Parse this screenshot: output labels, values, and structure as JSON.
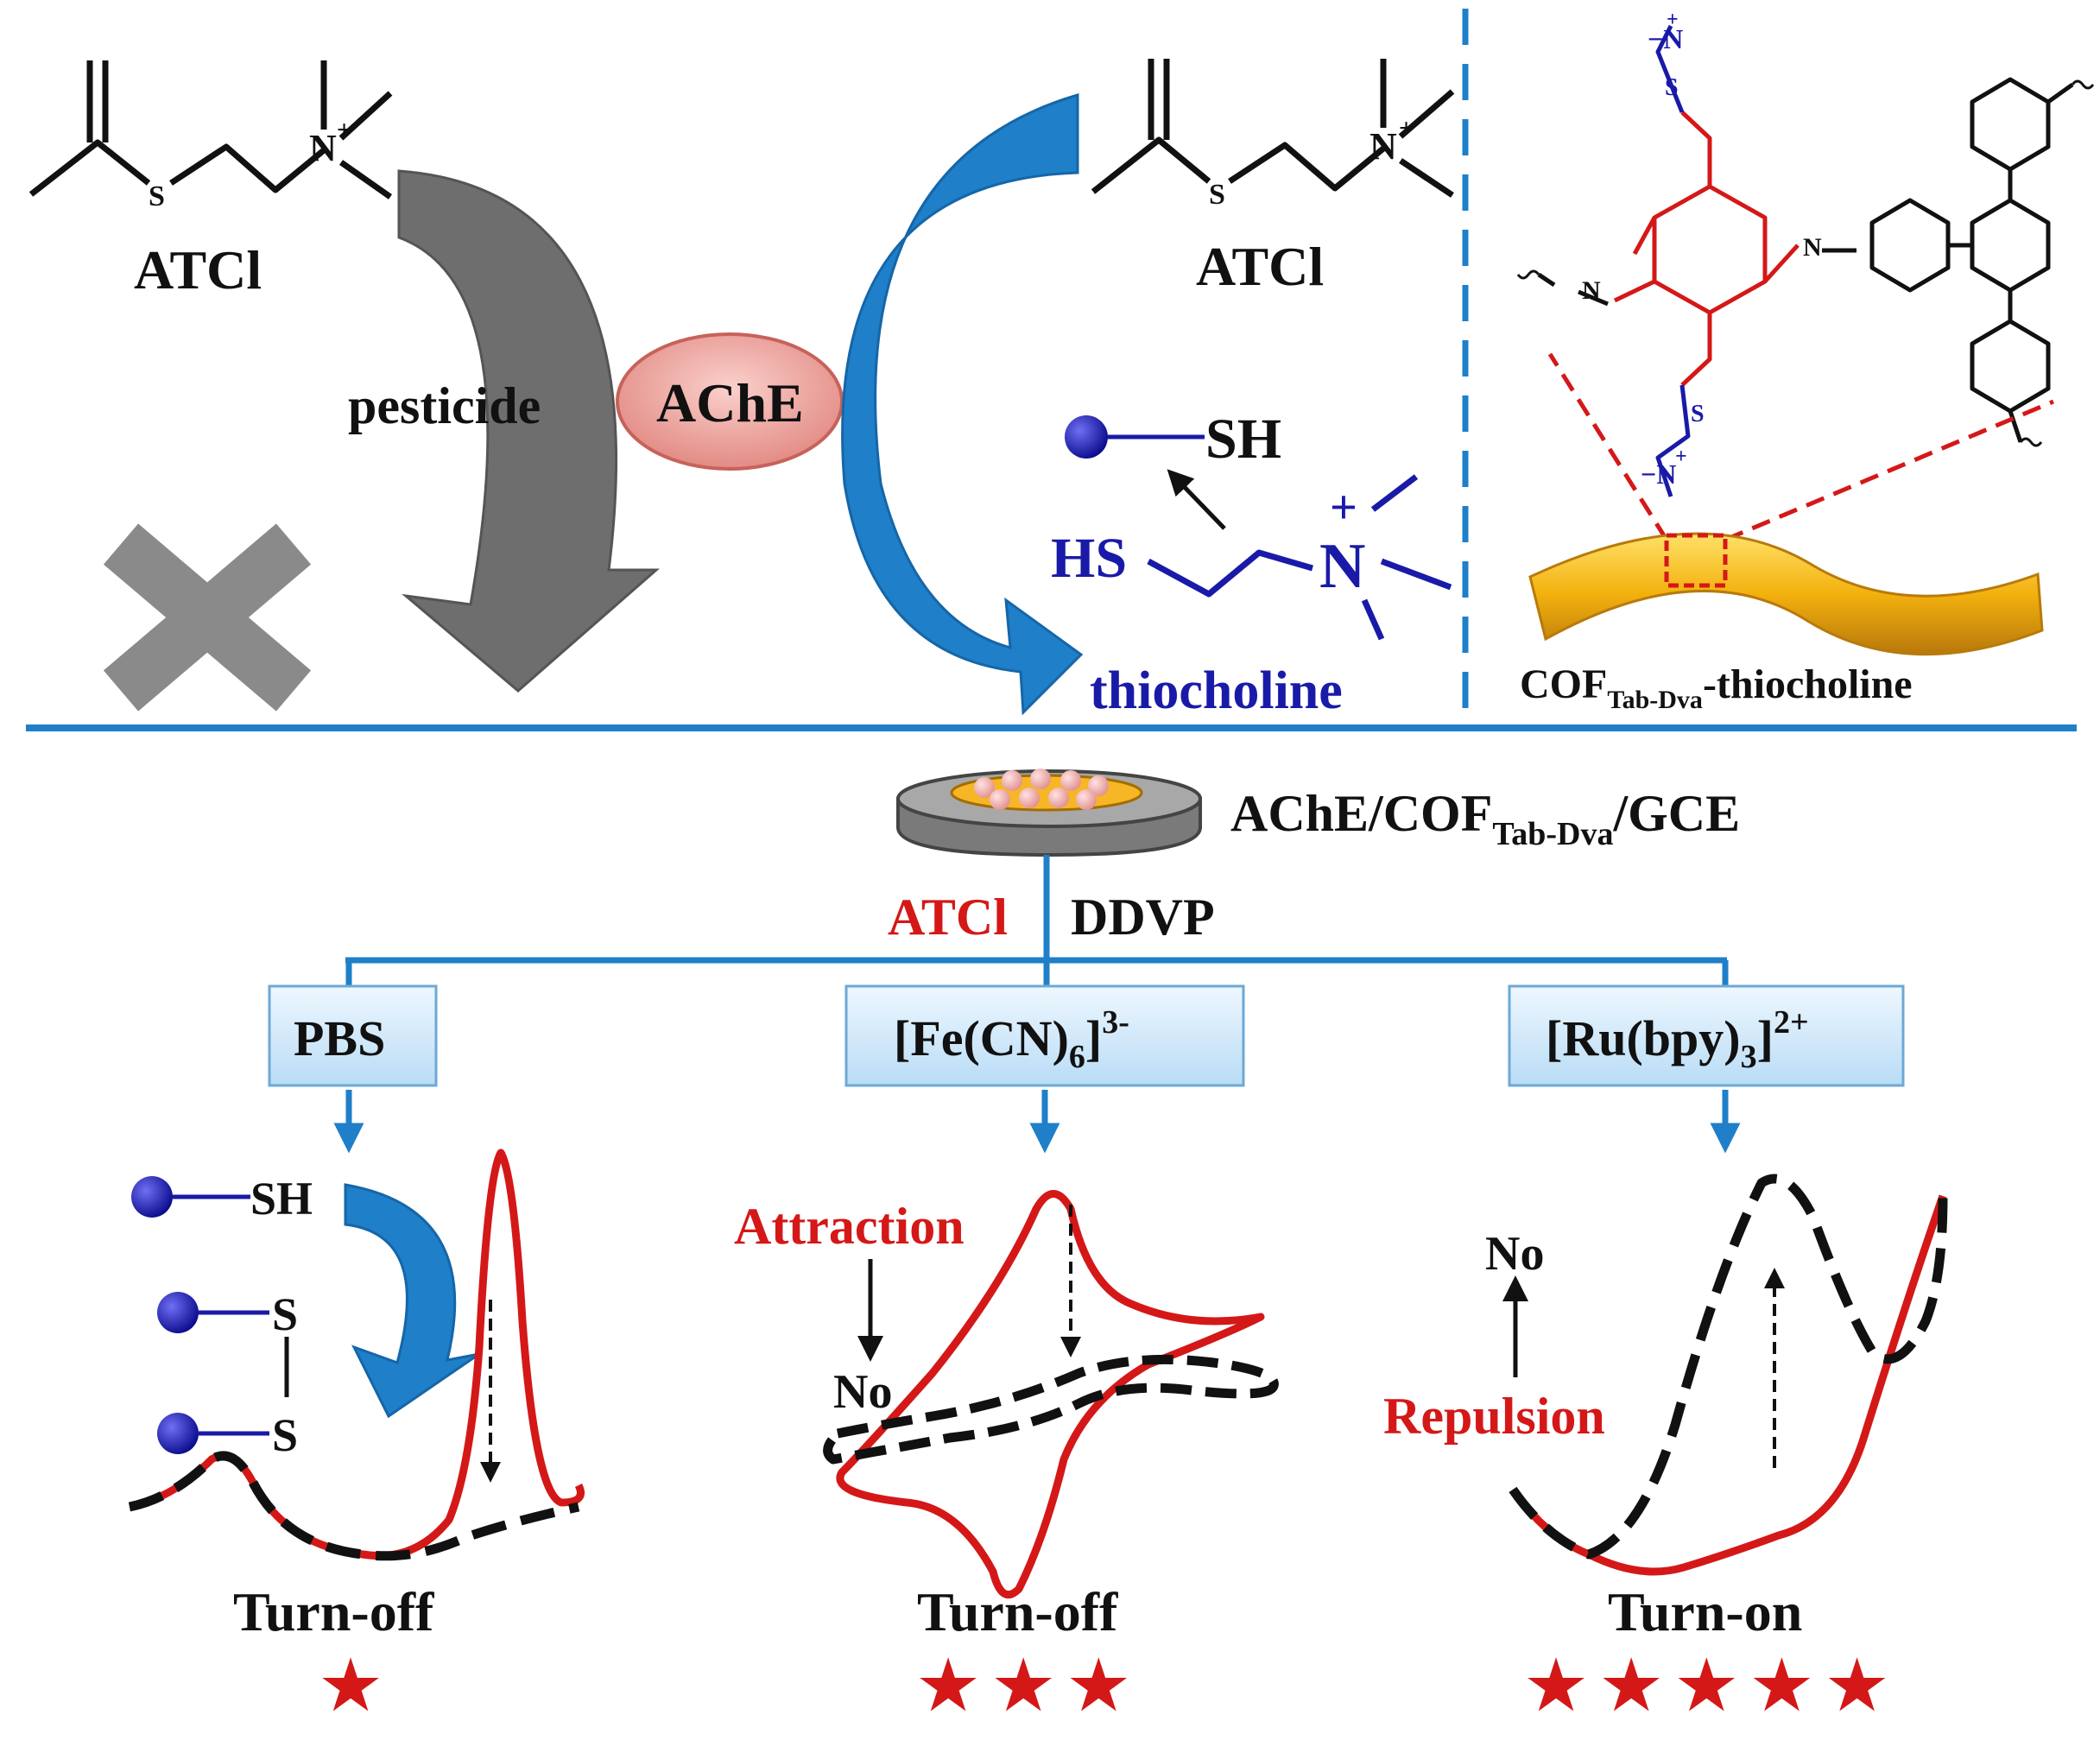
{
  "colors": {
    "black": "#111111",
    "red": "#d41818",
    "blue": "#1a1aa8",
    "sky": "#1f7fc9",
    "gray_arrow": "#6e6e6e",
    "cross": "#8a8a8a",
    "ache_fill": "#f2a7a2",
    "box_fill": "#d6ecfb",
    "rod": "#f3b10e"
  },
  "top": {
    "atcl_left": "ATCl",
    "atcl_right": "ATCl",
    "pesticide": "pesticide",
    "enzyme": "AChE",
    "thiol": "SH",
    "hs": "HS",
    "thiocholine": "thiocholine",
    "n_plus": "N",
    "plus": "+",
    "s_atom": "S",
    "cof_main": "COF",
    "cof_sub": "Tab-Dva",
    "cof_tail": "-thiocholine",
    "cof_atoms": {
      "s": "S",
      "n": "N",
      "nplus": "−N",
      "plus": "+"
    }
  },
  "bottom": {
    "electrode_main": "AChE/COF",
    "electrode_sub": "Tab-Dva",
    "electrode_tail": "/GCE",
    "atcl": "ATCl",
    "ddvp": "DDVP",
    "boxes": [
      {
        "name": "PBS"
      },
      {
        "name": "[Fe(CN)",
        "sub": "6",
        "sup": "3-",
        "tail": "]"
      },
      {
        "name": "[Ru(bpy)",
        "sub": "3",
        "sup": "2+",
        "tail": "]"
      }
    ],
    "panel1": {
      "sh": "SH",
      "s1": "S",
      "s2": "S",
      "result": "Turn-off",
      "stars": "★"
    },
    "panel2": {
      "attraction": "Attraction",
      "no": "No",
      "result": "Turn-off",
      "stars": "★ ★ ★"
    },
    "panel3": {
      "no": "No",
      "repulsion": "Repulsion",
      "result": "Turn-on",
      "stars": "★ ★ ★ ★ ★"
    }
  }
}
